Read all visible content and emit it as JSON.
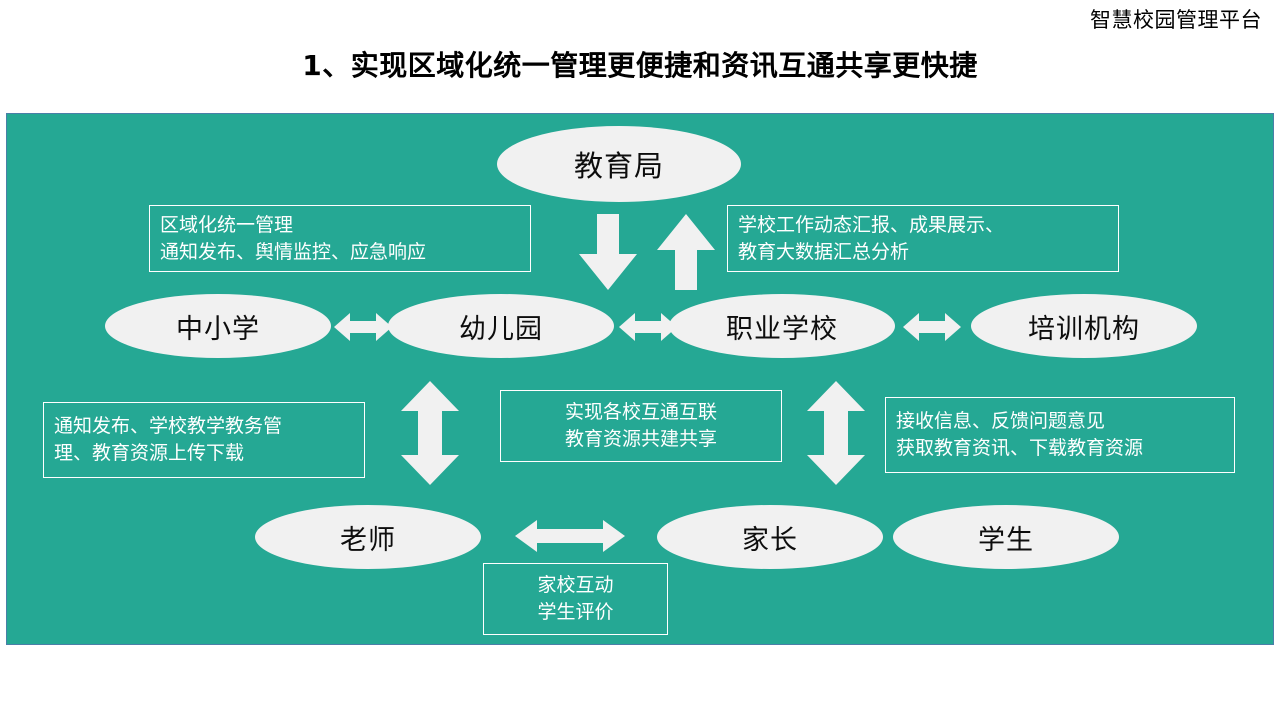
{
  "header": {
    "brand": "智慧校园管理平台",
    "title": "1、实现区域化统一管理更便捷和资讯互通共享更快捷"
  },
  "diagram": {
    "top_node": {
      "label": "教育局"
    },
    "notes": {
      "left_top": "区域化统一管理\n通知发布、舆情监控、应急响应",
      "right_top": "学校工作动态汇报、成果展示、\n教育大数据汇总分析",
      "left_mid": "通知发布、学校教学教务管\n理、教育资源上传下载",
      "center_mid": "实现各校互通互联\n教育资源共建共享",
      "right_mid": "接收信息、反馈问题意见\n获取教育资讯、下载教育资源",
      "bottom_center": "家校互动\n学生评价"
    },
    "school_row": [
      {
        "label": "中小学"
      },
      {
        "label": "幼儿园"
      },
      {
        "label": "职业学校"
      },
      {
        "label": "培训机构"
      }
    ],
    "people_row": [
      {
        "label": "老师"
      },
      {
        "label": "家长"
      },
      {
        "label": "学生"
      }
    ],
    "arrows": {
      "down_to_schools": "down-arrow",
      "up_to_bureau": "up-arrow",
      "school_link_1": "left-right-arrow",
      "school_link_2": "left-right-arrow",
      "school_link_3": "left-right-arrow",
      "teacher_link": "up-down-arrow",
      "parent_link": "up-down-arrow",
      "teacher_parent_link": "left-right-arrow"
    }
  },
  "colors": {
    "panel_bg": "#25a894",
    "panel_border": "#4a7fa8",
    "oval_fill": "#f1f1f1",
    "arrow_fill": "#f1f1f1",
    "text_light": "#ffffff",
    "text_dark": "#0d0d0d"
  }
}
